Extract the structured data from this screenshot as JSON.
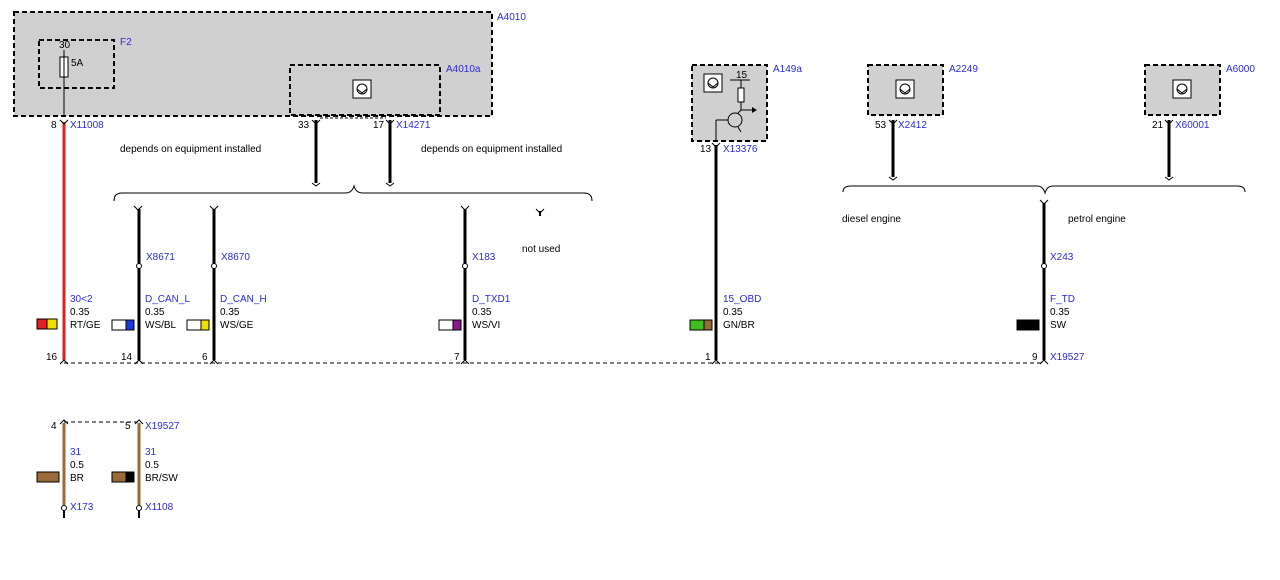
{
  "colors": {
    "box_fill": "#d0d0d0",
    "label_blue": "#2a2ae0",
    "wire_black": "#000000",
    "wire_red": "#e02020",
    "wire_brown": "#9a6a38",
    "swatch_rt": "#e02020",
    "swatch_ge": "#f0e000",
    "swatch_ws": "#ffffff",
    "swatch_bl": "#1a3ae0",
    "swatch_vi": "#8a1a8a",
    "swatch_gn": "#40c020",
    "swatch_br": "#9a6a38",
    "swatch_sw": "#000000"
  },
  "components": {
    "a4010": "A4010",
    "f2": "F2",
    "fuse_pin": "30",
    "fuse_rating": "5A",
    "a4010a": "A4010a",
    "a149a": "A149a",
    "a149a_pin": "15",
    "a2249": "A2249",
    "a6000": "A6000"
  },
  "pins": {
    "p8": "8",
    "x11008": "X11008",
    "p33": "33",
    "p17": "17",
    "x14271": "X14271",
    "p13": "13",
    "x13376": "X13376",
    "p53": "53",
    "x2412": "X2412",
    "p21": "21",
    "x60001": "X60001"
  },
  "notes": {
    "equip_1": "depends on equipment installed",
    "equip_2": "depends on equipment installed",
    "not_used": "not used",
    "diesel": "diesel engine",
    "petrol": "petrol engine"
  },
  "wires": {
    "w1": {
      "signal": "30<2",
      "size": "0.35",
      "color": "RT/GE",
      "pin": "16"
    },
    "w2": {
      "conn": "X8671",
      "signal": "D_CAN_L",
      "size": "0.35",
      "color": "WS/BL",
      "pin": "14"
    },
    "w3": {
      "conn": "X8670",
      "signal": "D_CAN_H",
      "size": "0.35",
      "color": "WS/GE",
      "pin": "6"
    },
    "w4": {
      "conn": "X183",
      "signal": "D_TXD1",
      "size": "0.35",
      "color": "WS/VI",
      "pin": "7"
    },
    "w5": {
      "signal": "15_OBD",
      "size": "0.35",
      "color": "GN/BR",
      "pin": "1"
    },
    "w6": {
      "conn": "X243",
      "signal": "F_TD",
      "size": "0.35",
      "color": "SW",
      "pin": "9"
    }
  },
  "diag_connector": "X19527",
  "ground": {
    "g1": {
      "pin": "4",
      "signal": "31",
      "size": "0.5",
      "color": "BR",
      "bottom": "X173"
    },
    "g2": {
      "pin": "5",
      "conn": "X19527",
      "signal": "31",
      "size": "0.5",
      "color": "BR/SW",
      "bottom": "X1108"
    }
  }
}
